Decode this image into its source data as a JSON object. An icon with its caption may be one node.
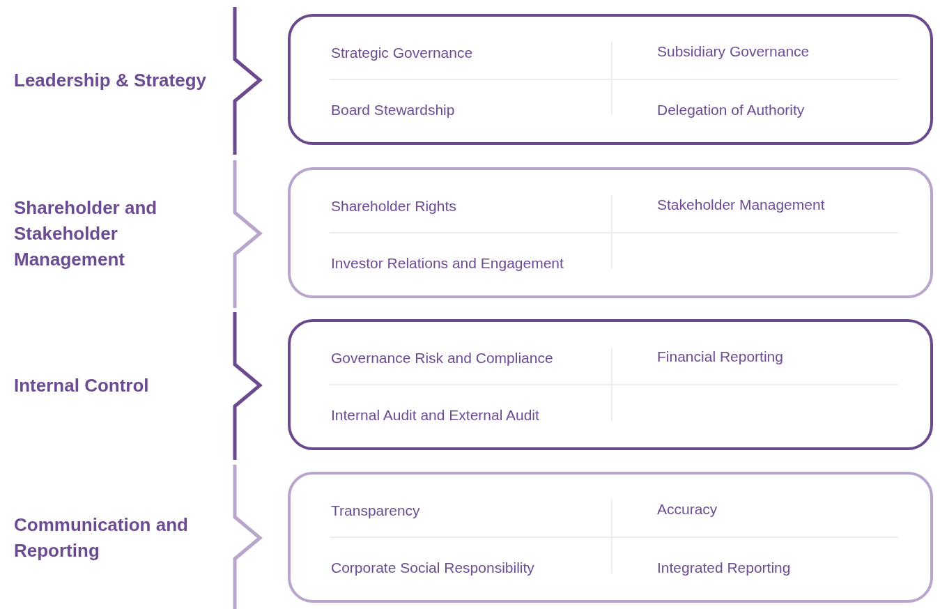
{
  "diagram": {
    "nodes": [
      {
        "text": [
          "Strategic Governance",
          "Subsidiary Governance",
          "Board Stewardship",
          "Delegation of Authority"
        ]
      },
      {
        "text": [
          "Shareholder Rights",
          "Stakeholder Management",
          "Investor Relations and Engagement"
        ]
      },
      {
        "text": [
          "Governance Risk and Compliance",
          "Financial Reporting",
          "Internal Audit and External Audit"
        ]
      },
      {
        "text": [
          "Transparency",
          "Accuracy",
          "Corporate Social Responsibility",
          "Integrated Reporting"
        ]
      }
    ],
    "labels": [
      "Leadership & Strategy",
      "Shareholder and Stakeholder Management",
      "Internal Control",
      "Communication and Reporting"
    ]
  }
}
